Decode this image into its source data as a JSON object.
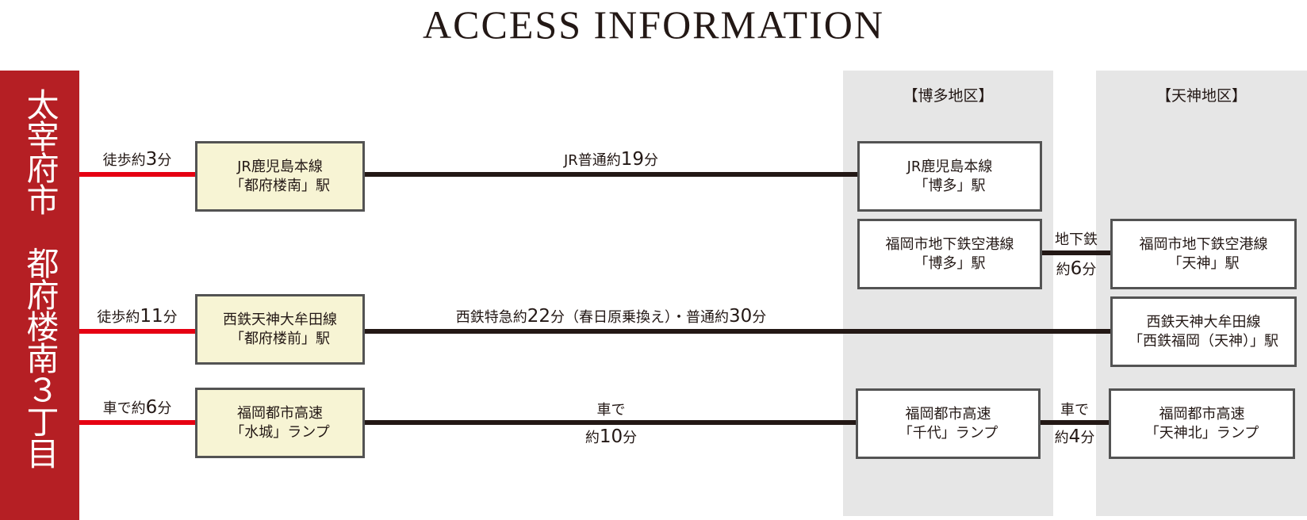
{
  "title": "ACCESS INFORMATION",
  "origin": {
    "label": "太宰府市　都府楼南３丁目"
  },
  "areas": {
    "hakata": "【博多地区】",
    "tenjin": "【天神地区】"
  },
  "colors": {
    "origin_bg": "#b51f24",
    "walk_line": "#e60012",
    "rail_line": "#231815",
    "station_box": "#f7f4d4",
    "area_bg": "#e6e6e6"
  },
  "routes": {
    "jr": {
      "access": {
        "prefix": "徒歩約",
        "num": "3",
        "suffix": "分"
      },
      "origin_station": {
        "line1": "JR鹿児島本線",
        "line2": "「都府楼南」駅"
      },
      "travel": {
        "prefix": "JR普通約",
        "num": "19",
        "suffix": "分"
      },
      "hakata_station": {
        "line1": "JR鹿児島本線",
        "line2": "「博多」駅"
      }
    },
    "subway": {
      "hakata_station": {
        "line1": "福岡市地下鉄空港線",
        "line2": "「博多」駅"
      },
      "travel_top": "地下鉄",
      "travel_bottom": {
        "prefix": "約",
        "num": "6",
        "suffix": "分"
      },
      "tenjin_station": {
        "line1": "福岡市地下鉄空港線",
        "line2": "「天神」駅"
      }
    },
    "nishitetsu": {
      "access": {
        "prefix": "徒歩約",
        "num": "11",
        "suffix": "分"
      },
      "origin_station": {
        "line1": "西鉄天神大牟田線",
        "line2": "「都府楼前」駅"
      },
      "travel": {
        "a": "西鉄特急約",
        "b": "22",
        "c": "分（春日原乗換え）・普通約",
        "d": "30",
        "e": "分"
      },
      "tenjin_station": {
        "line1": "西鉄天神大牟田線",
        "line2": "「西鉄福岡（天神）」駅"
      }
    },
    "car": {
      "access": {
        "prefix": "車で約",
        "num": "6",
        "suffix": "分"
      },
      "origin_ramp": {
        "line1": "福岡都市高速",
        "line2": "「水城」ランプ"
      },
      "travel_top": "車で",
      "travel_bottom": {
        "prefix": "約",
        "num": "10",
        "suffix": "分"
      },
      "hakata_ramp": {
        "line1": "福岡都市高速",
        "line2": "「千代」ランプ"
      },
      "travel2_top": "車で",
      "travel2_bottom": {
        "prefix": "約",
        "num": "4",
        "suffix": "分"
      },
      "tenjin_ramp": {
        "line1": "福岡都市高速",
        "line2": "「天神北」ランプ"
      }
    }
  }
}
